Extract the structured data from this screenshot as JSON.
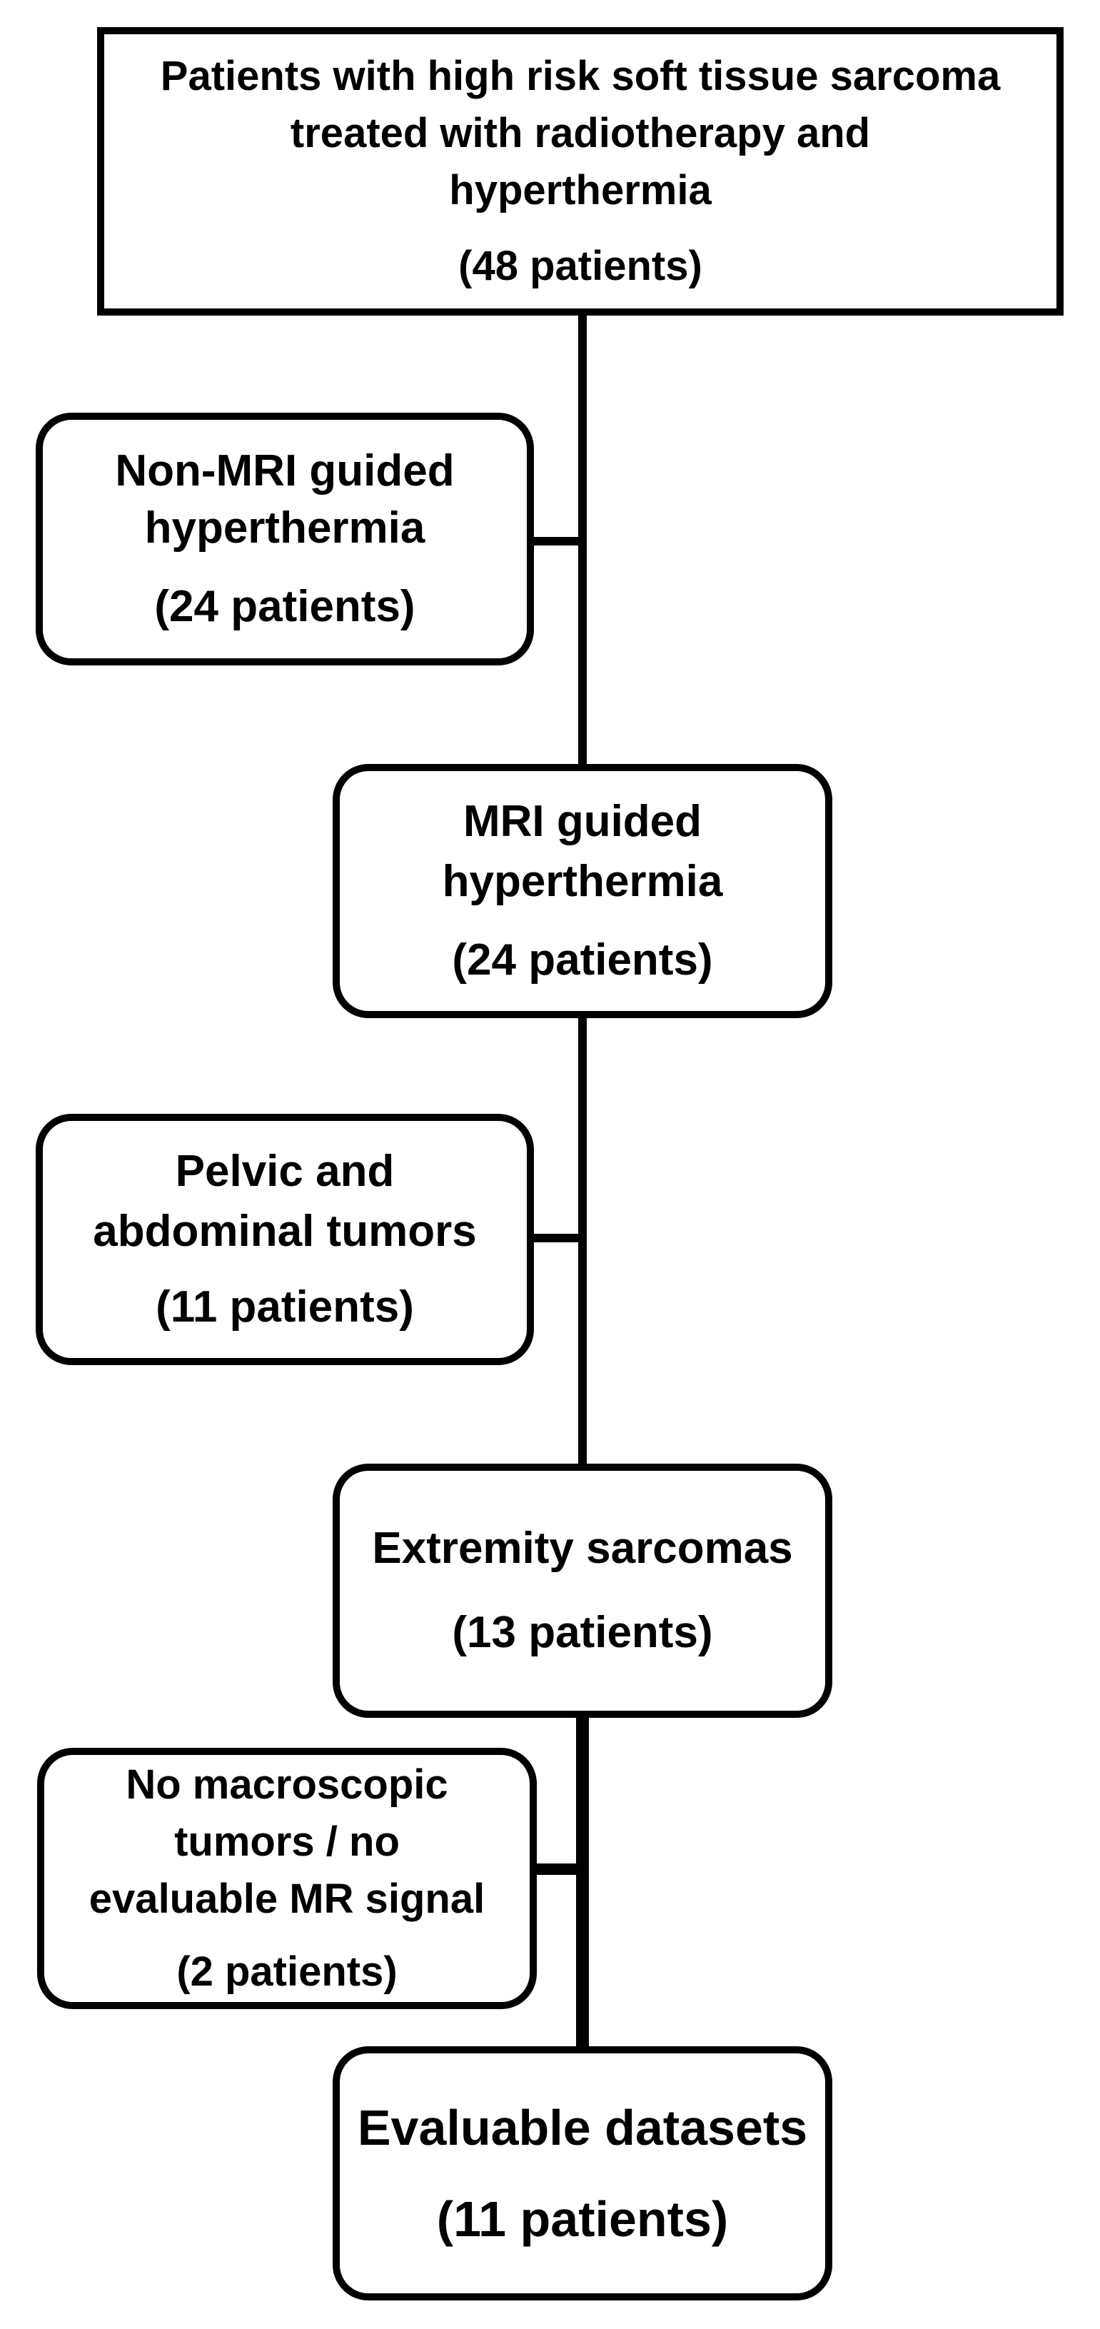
{
  "boxes": {
    "top": {
      "lines": [
        "Patients with high risk soft tissue sarcoma",
        "treated with radiotherapy and",
        "hyperthermia"
      ],
      "count": "(48 patients)"
    },
    "non_mri": {
      "lines": [
        "Non-MRI guided",
        "hyperthermia"
      ],
      "count": "(24 patients)"
    },
    "mri": {
      "lines": [
        "MRI guided",
        "hyperthermia"
      ],
      "count": "(24 patients)"
    },
    "pelvic": {
      "lines": [
        "Pelvic and",
        "abdominal tumors"
      ],
      "count": "(11 patients)"
    },
    "extremity": {
      "lines": [
        "Extremity sarcomas"
      ],
      "count": "(13 patients)"
    },
    "no_macro": {
      "lines": [
        "No macroscopic",
        "tumors / no",
        "evaluable MR signal"
      ],
      "count": "(2 patients)"
    },
    "evaluable": {
      "lines": [
        "Evaluable datasets"
      ],
      "count": "(11 patients)"
    }
  },
  "colors": {
    "stroke": "#000000",
    "background": "#ffffff",
    "text": "#000000"
  }
}
